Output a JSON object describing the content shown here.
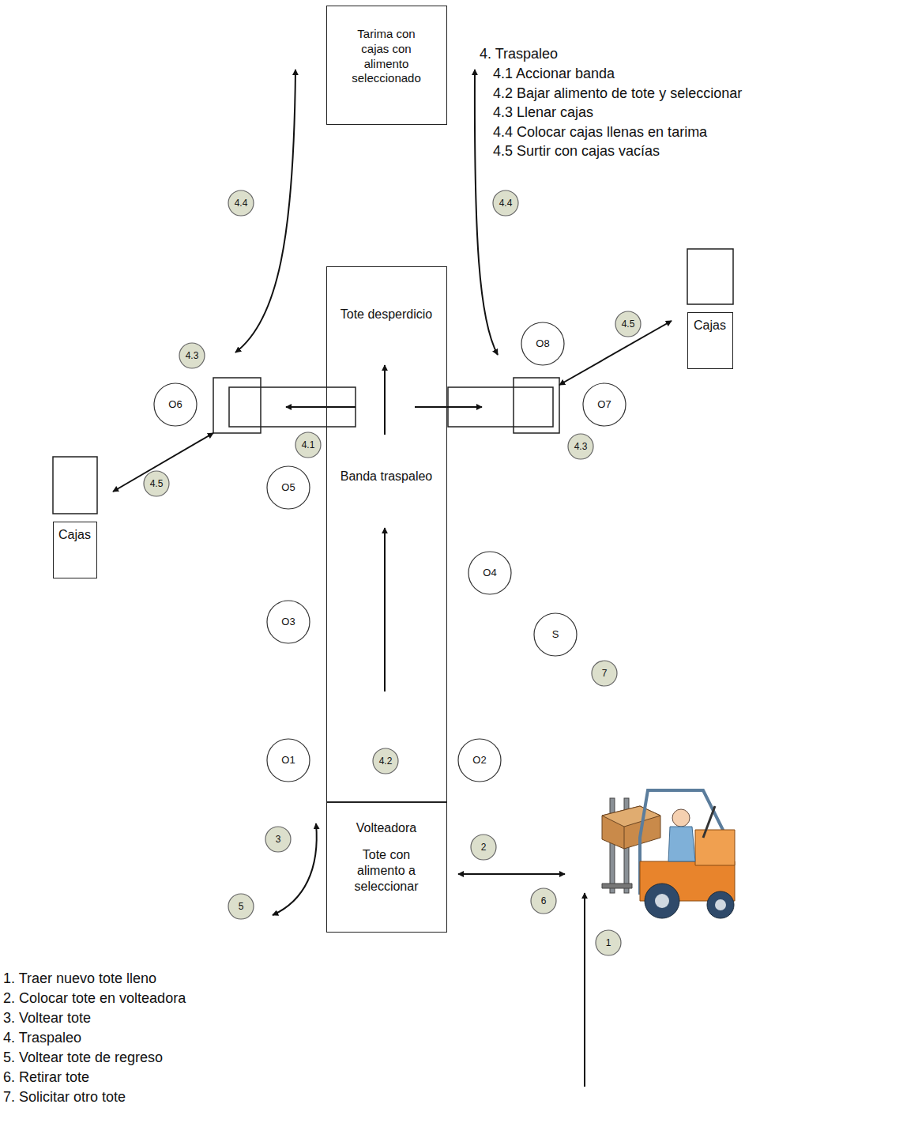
{
  "diagram": {
    "nodes": [
      {
        "text": [
          "Tarima con cajas con alimento seleccionado"
        ]
      },
      {
        "text": [
          "4.4"
        ]
      },
      {
        "text": [
          "4.4"
        ]
      },
      {
        "text": [
          "Cajas"
        ]
      },
      {
        "text": [
          "Tote desperdicio",
          "Banda traspaleo"
        ]
      },
      {
        "text": [
          "4.5"
        ]
      },
      {
        "text": [
          "O8"
        ]
      },
      {
        "text": [
          "4.3"
        ]
      },
      {
        "text": [
          "O6"
        ]
      },
      {
        "text": [
          "O7"
        ]
      },
      {
        "text": [
          "4.1"
        ]
      },
      {
        "text": [
          "4.3"
        ]
      },
      {
        "text": [
          "4.5"
        ]
      },
      {
        "text": [
          "O5"
        ]
      },
      {
        "text": [
          "Cajas"
        ]
      },
      {
        "text": [
          "O4"
        ]
      },
      {
        "text": [
          "O3"
        ]
      },
      {
        "text": [
          "S"
        ]
      },
      {
        "text": [
          "7"
        ]
      },
      {
        "text": [
          "O1"
        ]
      },
      {
        "text": [
          "4.2"
        ],
        "in": 4
      },
      {
        "text": [
          "O2"
        ]
      },
      {
        "text": [
          "Volteadora",
          "Tote con alimento a seleccionar"
        ]
      },
      {
        "text": [
          "3"
        ]
      },
      {
        "text": [
          "2"
        ]
      },
      {
        "text": [
          "6"
        ]
      },
      {
        "text": [
          "5"
        ]
      },
      {
        "text": [
          "1"
        ]
      }
    ],
    "labels": [
      "4. Traspaleo",
      "4.1 Accionar banda",
      "4.2 Bajar alimento de tote y seleccionar",
      "4.3 Llenar cajas",
      "4.4 Colocar cajas llenas en tarima",
      "4.5 Surtir con cajas vacías",
      "1. Traer nuevo tote lleno",
      "2. Colocar tote en volteadora",
      "3. Voltear tote",
      "4. Traspaleo",
      "5. Voltear tote de regreso",
      "6. Retirar tote",
      "7. Solicitar otro tote"
    ]
  }
}
